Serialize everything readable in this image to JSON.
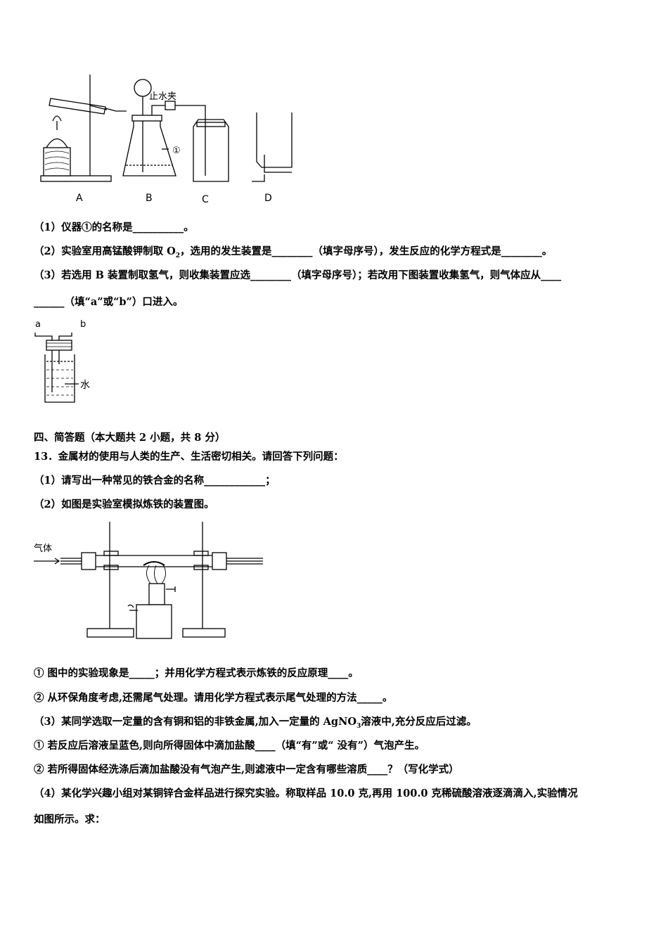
{
  "figure1": {
    "labels": {
      "a": "A",
      "b": "B",
      "c": "C",
      "d": "D"
    },
    "clamp_label": "止水夹",
    "marker": "①"
  },
  "q12": {
    "p1": "（1）仪器①的名称是__________。",
    "p2_before": "（2）实验室用高锰酸钾制取 O",
    "p2_sub": "2",
    "p2_after": "，选用的发生装置是________（填字母序号），发生反应的化学方程式是________。",
    "p3a": "（3）若选用 B 装置制取氢气，则收集装置应选________（填字母序号）；若改用下图装置收集氢气，则气体应从____",
    "p3b": "______（填“a”或“b”）口进入。"
  },
  "figure2": {
    "a": "a",
    "b": "b",
    "water": "水"
  },
  "section4": {
    "heading": "四、简答题（本大题共 2 小题，共 8 分）",
    "q13_stem": "13．金属材的使用与人类的生产、生活密切相关。请回答下列问题：",
    "s1": "（1）请写出一种常见的铁合金的名称____________；",
    "s2": "（2）如图是实验室模拟炼铁的装置图。"
  },
  "figure3": {
    "gas_label": "气体"
  },
  "q13_rest": {
    "c1": "① 图中的实验现象是_____；并用化学方程式表示炼铁的反应原理____。",
    "c2": "② 从环保角度考虑,还需尾气处理。请用化学方程式表示尾气处理的方法_____。",
    "s3_before": "（3）某同学选取一定量的含有铜和铝的非铁金属,加入一定量的 AgNO",
    "s3_sub": "3",
    "s3_after": "溶液中,充分反应后过滤。",
    "d1": "① 若反应后溶液呈蓝色,则向所得固体中滴加盐酸____（填“有”或“ 没有”）气泡产生。",
    "d2": "② 若所得固体经洗涤后滴加盐酸没有气泡产生,则滤液中一定含有哪些溶质____？（写化学式）",
    "s4a": "（4）某化学兴趣小组对某铜锌合金样品进行探究实验。称取样品 10.0 克,再用 100.0 克稀硫酸溶液逐滴滴入,实验情况",
    "s4b": "如图所示。求："
  }
}
